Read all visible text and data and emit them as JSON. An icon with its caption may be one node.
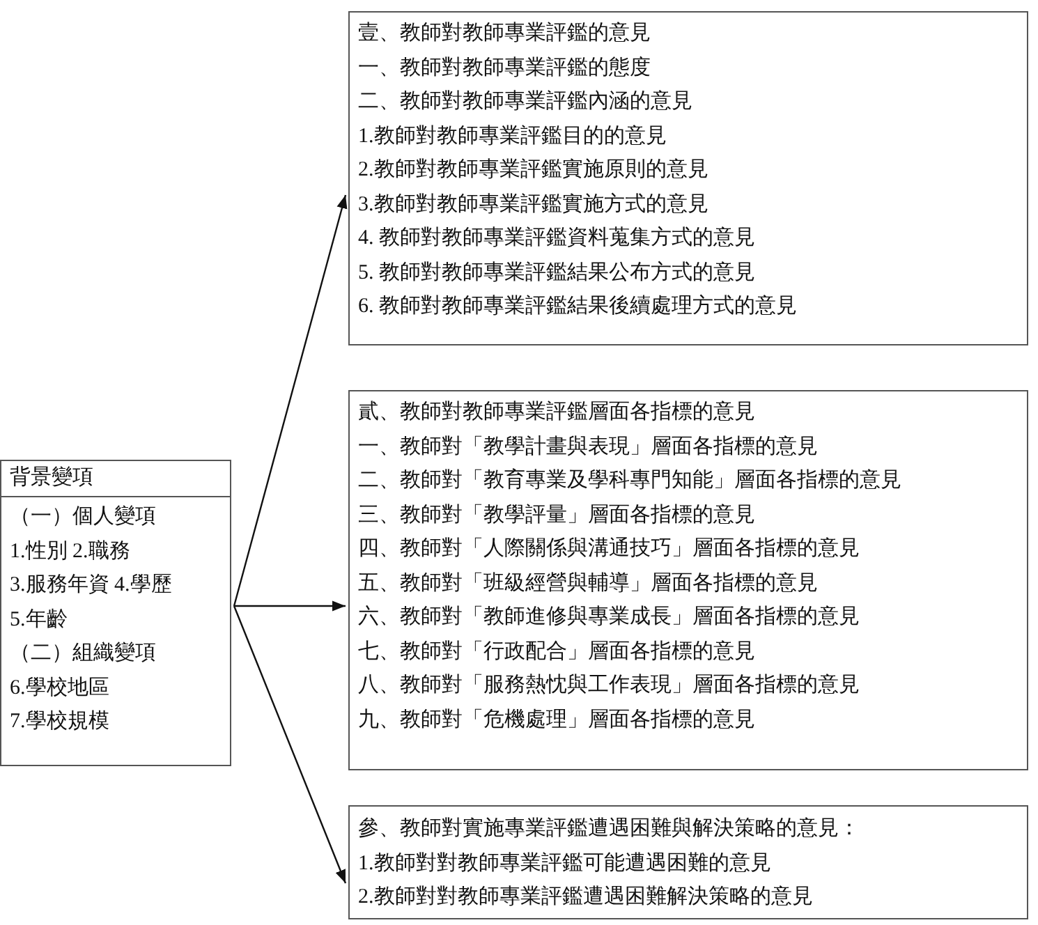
{
  "diagram": {
    "nodes": [
      {
        "text": [
          "背景變項",
          "（一）個人變項",
          "1.性別 2.職務",
          "3.服務年資 4.學歷",
          "5.年齡",
          "（二）組織變項",
          "6.學校地區",
          "7.學校規模"
        ]
      },
      {
        "text": [
          "壹、教師對教師專業評鑑的意見",
          "一、教師對教師專業評鑑的態度",
          "二、教師對教師專業評鑑內涵的意見",
          "1.教師對教師專業評鑑目的的意見",
          "2.教師對教師專業評鑑實施原則的意見",
          "3.教師對教師專業評鑑實施方式的意見",
          "4. 教師對教師專業評鑑資料蒐集方式的意見",
          "5. 教師對教師專業評鑑結果公布方式的意見",
          "6. 教師對教師專業評鑑結果後續處理方式的意見"
        ]
      },
      {
        "text": [
          "貳、教師對教師專業評鑑層面各指標的意見",
          "一、教師對「教學計畫與表現」層面各指標的意見",
          "二、教師對「教育專業及學科專門知能」層面各指標的意見",
          "三、教師對「教學評量」層面各指標的意見",
          "四、教師對「人際關係與溝通技巧」層面各指標的意見",
          "五、教師對「班級經營與輔導」層面各指標的意見",
          "六、教師對「教師進修與專業成長」層面各指標的意見",
          "七、教師對「行政配合」層面各指標的意見",
          "八、教師對「服務熱忱與工作表現」層面各指標的意見",
          "九、教師對「危機處理」層面各指標的意見"
        ]
      },
      {
        "text": [
          "參、教師對實施專業評鑑遭遇困難與解決策略的意見：",
          "1.教師對對教師專業評鑑可能遭遇困難的意見",
          "2.教師對對教師專業評鑑遭遇困難解決策略的意見"
        ]
      }
    ],
    "edges": [
      {
        "from": 0,
        "to": 1,
        "arrow": "to"
      },
      {
        "from": 0,
        "to": 2,
        "arrow": "to"
      },
      {
        "from": 0,
        "to": 3,
        "arrow": "to"
      }
    ]
  }
}
